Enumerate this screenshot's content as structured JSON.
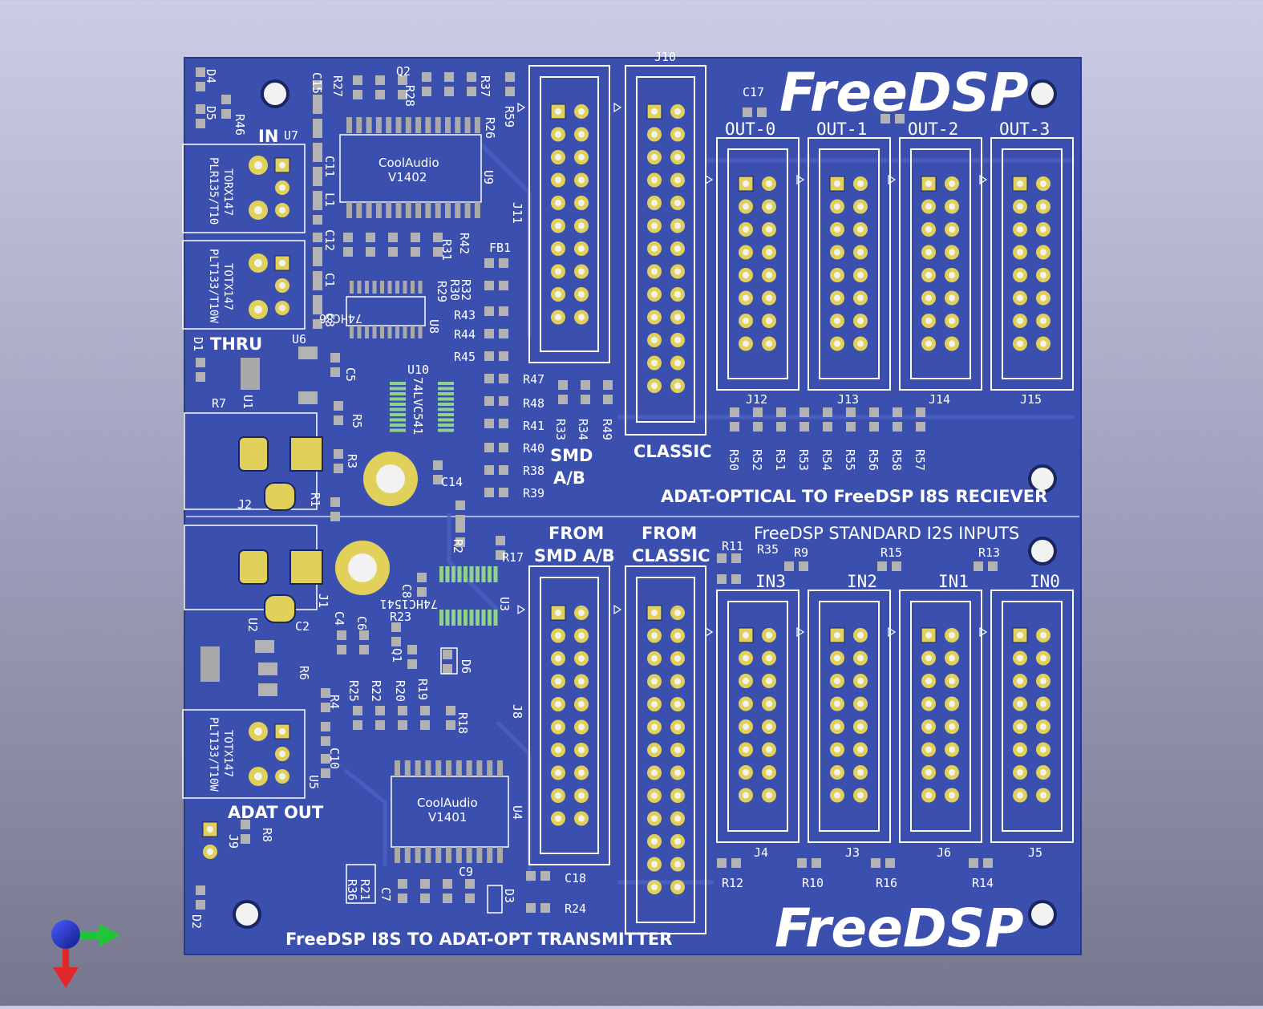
{
  "board": {
    "color": "#3b4fae",
    "copper_color": "#e1d15a",
    "silk_color": "#ffffff",
    "logo_text": "FreeDSP"
  },
  "titles": {
    "receiver": "ADAT-OPTICAL TO FreeDSP I8S RECIEVER",
    "transmitter": "FreeDSP I8S TO ADAT-OPT TRANSMITTER",
    "standard_inputs": "FreeDSP STANDARD I2S INPUTS"
  },
  "connector_labels": {
    "in": "IN",
    "thru": "THRU",
    "adat_out": "ADAT OUT",
    "smd_ab": [
      "SMD",
      "A/B"
    ],
    "classic": "CLASSIC",
    "from_smd_ab": [
      "FROM",
      "SMD A/B"
    ],
    "from_classic": [
      "FROM",
      "CLASSIC"
    ]
  },
  "outputs": [
    {
      "label": "OUT-0",
      "ref": "J12"
    },
    {
      "label": "OUT-1",
      "ref": "J13"
    },
    {
      "label": "OUT-2",
      "ref": "J14"
    },
    {
      "label": "OUT-3",
      "ref": "J15"
    }
  ],
  "inputs": [
    {
      "label": "IN3",
      "ref": "J4"
    },
    {
      "label": "IN2",
      "ref": "J3"
    },
    {
      "label": "IN1",
      "ref": "J6"
    },
    {
      "label": "IN0",
      "ref": "J5"
    }
  ],
  "ics": {
    "u9": {
      "ref": "U9",
      "line1": "CoolAudio",
      "line2": "V1402"
    },
    "u4": {
      "ref": "U4",
      "line1": "CoolAudio",
      "line2": "V1401"
    },
    "u8": {
      "ref": "U8",
      "part": "74HC86"
    },
    "u10": {
      "ref": "U10",
      "part": "74LVC541"
    },
    "u3": {
      "ref": "U3",
      "part": "74HC1541"
    }
  },
  "optos": [
    {
      "ref": "U7",
      "line1": "TORX147",
      "line2": "PLR135/T10"
    },
    {
      "ref": "U6",
      "line1": "TOTX147",
      "line2": "PLT133/T10W"
    },
    {
      "ref": "U5",
      "line1": "TOTX147",
      "line2": "PLT133/T10W"
    }
  ],
  "headers": {
    "j11": "J11",
    "j10": "J10",
    "j8": "J8",
    "j9": "J9",
    "j1": "J1",
    "j2": "J2"
  },
  "resistor_row": [
    "R50",
    "R52",
    "R51",
    "R53",
    "R54",
    "R55",
    "R56",
    "R58",
    "R57"
  ],
  "designators": {
    "r17": "R17",
    "r11": "R11",
    "r35": "R35",
    "r9": "R9",
    "r15": "R15",
    "r13": "R13",
    "r12": "R12",
    "r10": "R10",
    "r16": "R16",
    "r14": "R14",
    "r24": "R24",
    "c18": "C18",
    "c17": "C17",
    "fb1": "FB1",
    "r43": "R43",
    "r44": "R44",
    "r45": "R45",
    "r47": "R47",
    "r48": "R48",
    "r41": "R41",
    "r40": "R40",
    "r38": "R38",
    "r39": "R39",
    "r33": "R33",
    "r34": "R34",
    "r49": "R49",
    "c14": "C14",
    "r2": "R2",
    "r1": "R1",
    "r3": "R3",
    "r5": "R5",
    "c5": "C5",
    "r7": "R7",
    "u1": "U1",
    "d1": "D1",
    "d4": "D4",
    "d5": "D5",
    "r46": "R46",
    "c15": "C15",
    "r27": "R27",
    "q2": "Q2",
    "r28": "R28",
    "r37": "R37",
    "r59": "R59",
    "r26": "R26",
    "c11": "C11",
    "l1": "L1",
    "c12": "C12",
    "c1": "C1",
    "c3": "C3",
    "r42": "R42",
    "r31": "R31",
    "r32": "R32",
    "r30": "R30",
    "r29": "R29",
    "c8": "C8",
    "r23": "R23",
    "q1": "Q1",
    "d6": "D6",
    "r19": "R19",
    "r18": "R18",
    "r20": "R20",
    "r22": "R22",
    "r25": "R25",
    "r6": "R6",
    "r4": "R4",
    "c10": "C10",
    "c2": "C2",
    "c4": "C4",
    "c6": "C6",
    "u2": "U2",
    "r8": "R8",
    "d2": "D2",
    "r21": "R21",
    "r36": "R36",
    "c7": "C7",
    "c9": "C9",
    "d3": "D3"
  },
  "axis_colors": {
    "x": "#22c43a",
    "y": "#e3262a",
    "z": "#1a2fc4"
  }
}
